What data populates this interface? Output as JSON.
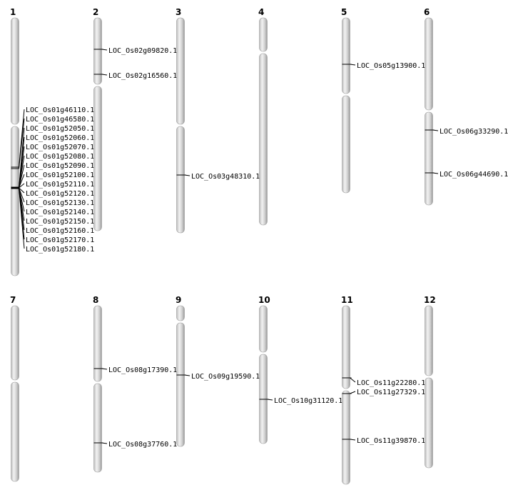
{
  "chromosomes": [
    {
      "name": "1",
      "genes": [
        "LOC_Os01g46110.1",
        "LOC_Os01g46580.1",
        "LOC_Os01g52050.1",
        "LOC_Os01g52060.1",
        "LOC_Os01g52070.1",
        "LOC_Os01g52080.1",
        "LOC_Os01g52090.1",
        "LOC_Os01g52100.1",
        "LOC_Os01g52110.1",
        "LOC_Os01g52120.1",
        "LOC_Os01g52130.1",
        "LOC_Os01g52140.1",
        "LOC_Os01g52150.1",
        "LOC_Os01g52160.1",
        "LOC_Os01g52170.1",
        "LOC_Os01g52180.1"
      ]
    },
    {
      "name": "2",
      "genes": [
        "LOC_Os02g09820.1",
        "LOC_Os02g16560.1"
      ]
    },
    {
      "name": "3",
      "genes": [
        "LOC_Os03g48310.1"
      ]
    },
    {
      "name": "4",
      "genes": []
    },
    {
      "name": "5",
      "genes": [
        "LOC_Os05g13900.1"
      ]
    },
    {
      "name": "6",
      "genes": [
        "LOC_Os06g33290.1",
        "LOC_Os06g44690.1"
      ]
    },
    {
      "name": "7",
      "genes": []
    },
    {
      "name": "8",
      "genes": [
        "LOC_Os08g17390.1",
        "LOC_Os08g37760.1"
      ]
    },
    {
      "name": "9",
      "genes": [
        "LOC_Os09g19590.1"
      ]
    },
    {
      "name": "10",
      "genes": [
        "LOC_Os10g31120.1"
      ]
    },
    {
      "name": "11",
      "genes": [
        "LOC_Os11g22280.1",
        "LOC_Os11g27329.1",
        "LOC_Os11g39870.1"
      ]
    },
    {
      "name": "12",
      "genes": []
    }
  ],
  "colors": {
    "chromosome": "#d4d4d4",
    "outline": "#888888",
    "line": "#000000"
  }
}
